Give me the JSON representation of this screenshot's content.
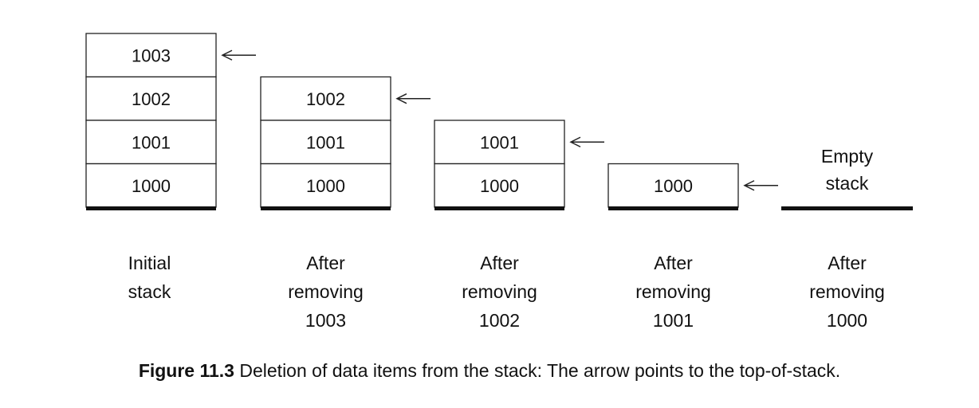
{
  "stacks": [
    {
      "items": [
        "1003",
        "1002",
        "1001",
        "1000"
      ],
      "caption": [
        "Initial",
        "stack"
      ]
    },
    {
      "items": [
        "1002",
        "1001",
        "1000"
      ],
      "caption": [
        "After",
        "removing",
        "1003"
      ]
    },
    {
      "items": [
        "1001",
        "1000"
      ],
      "caption": [
        "After",
        "removing",
        "1002"
      ]
    },
    {
      "items": [
        "1000"
      ],
      "caption": [
        "After",
        "removing",
        "1001"
      ]
    },
    {
      "items": [],
      "caption": [
        "After",
        "removing",
        "1000"
      ],
      "empty_label": [
        "Empty",
        "stack"
      ]
    }
  ],
  "figure": {
    "label": "Figure 11.3",
    "text": "Deletion of data items from the stack:  The arrow points to the top-of-stack."
  }
}
